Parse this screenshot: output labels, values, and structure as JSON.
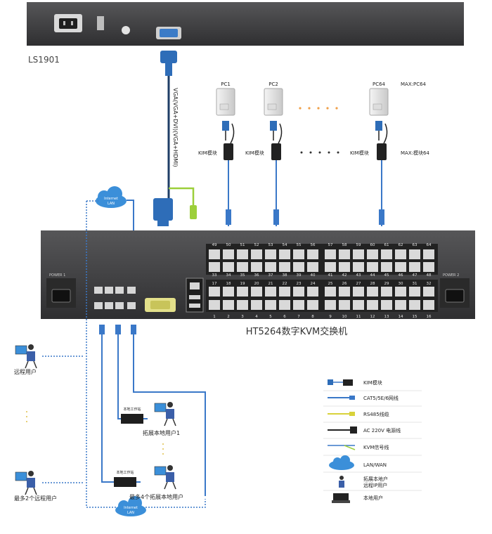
{
  "top_device": {
    "label": "LS1901",
    "cable_label": "VGA(VGA+DVI)(VGA+HDMI)"
  },
  "pcs": {
    "labels": [
      "PC1",
      "PC2",
      "PC64"
    ],
    "max_label": "MAX:PC64",
    "kim_label": "KIM模块",
    "kim_max_label": "MAX:模块64"
  },
  "switch": {
    "title": "HT5264数字KVM交换机",
    "power_left": "POWER 1",
    "power_right": "POWER 2",
    "top_row_a": [
      "49",
      "50",
      "51",
      "52",
      "53",
      "54",
      "55",
      "56"
    ],
    "top_row_b": [
      "57",
      "58",
      "59",
      "60",
      "61",
      "62",
      "63",
      "64"
    ],
    "mid_row_a": [
      "33",
      "34",
      "35",
      "36",
      "37",
      "38",
      "39",
      "40"
    ],
    "mid_row_b": [
      "41",
      "42",
      "43",
      "44",
      "45",
      "46",
      "47",
      "48"
    ],
    "mid2_row_a": [
      "17",
      "18",
      "19",
      "20",
      "21",
      "22",
      "23",
      "24"
    ],
    "mid2_row_b": [
      "25",
      "26",
      "27",
      "28",
      "29",
      "30",
      "31",
      "32"
    ],
    "bot_row_a": [
      "1",
      "2",
      "3",
      "4",
      "5",
      "6",
      "7",
      "8"
    ],
    "bot_row_b": [
      "9",
      "10",
      "11",
      "12",
      "13",
      "14",
      "15",
      "16"
    ]
  },
  "cloud": {
    "text1": "Internet",
    "text2": "LAN"
  },
  "users": {
    "remote_user": "远程用户",
    "remote_max": "最多2个远程用户",
    "ext_local_1": "拓展本地用户1",
    "ext_local_max": "最多4个拓展本地用户",
    "ext_box": "本地工作站"
  },
  "legend": {
    "items": [
      "KIM模块",
      "CAT5/5E/6网线",
      "RS485线缆",
      "AC 220V 电源线",
      "KVM信号线",
      "LAN/WAN",
      "拓展本地户\n远程IP用户",
      "本地用户"
    ]
  },
  "colors": {
    "blue_cable": "#3a78c8",
    "yellow_cable": "#d8d23a",
    "green_cable": "#9ccf3a",
    "device_dark": "#3d3d3f",
    "cloud": "#3b8fd9"
  }
}
